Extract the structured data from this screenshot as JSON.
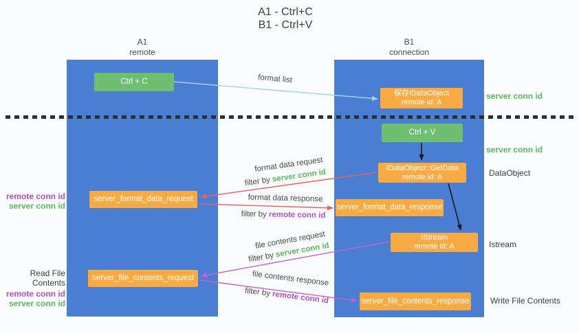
{
  "title": {
    "line1": "A1 - Ctrl+C",
    "line2": "B1 - Ctrl+V"
  },
  "columns": {
    "a1": {
      "name": "A1",
      "subtitle": "remote"
    },
    "b1": {
      "name": "B1",
      "subtitle": "connection"
    }
  },
  "nodes": {
    "ctrl_c": {
      "label": "Ctrl + C"
    },
    "save_idataobject": {
      "line1": "保存IDataObject",
      "line2": "remote id: A"
    },
    "ctrl_v": {
      "label": "Ctrl + V"
    },
    "getdata": {
      "line1": "IDataObject::GetData",
      "line2": "remote id: A"
    },
    "server_format_data_request": {
      "label": "server_format_data_request"
    },
    "server_format_data_response": {
      "label": "server_format_data_response"
    },
    "istream": {
      "line1": "IStream",
      "line2": "remote id: A"
    },
    "server_file_contents_request": {
      "label": "server_file_contents_request"
    },
    "server_file_contents_response": {
      "label": "server_file_contents_response"
    }
  },
  "right_labels": {
    "server_conn_id_top": "server conn id",
    "server_conn_id_mid": "server conn id",
    "dataobject": "DataObject",
    "istream": "Istream",
    "write_file_contents": "Write File Contents"
  },
  "left_labels": {
    "remote_conn_id_top": "remote conn id",
    "server_conn_id_top": "server conn id",
    "read_file_contents": "Read File Contents",
    "remote_conn_id_bottom": "remote conn id",
    "server_conn_id_bottom": "server conn id"
  },
  "arrow_labels": {
    "format_list": "format list",
    "format_data_request": "format data request",
    "format_data_response": "format data response",
    "file_contents_request": "file contents request",
    "file_contents_response": "file contents response",
    "filter_by": "filter by ",
    "server_conn_id": "server conn id",
    "remote_conn_id": "remote conn id"
  },
  "colors": {
    "column_blue": "#4a7ed2",
    "box_green": "#6fbf70",
    "box_orange": "#f8aa43",
    "arrow_blue": "#a5d5f5",
    "arrow_red": "#e9615c",
    "arrow_magenta": "#c85fd0",
    "arrow_black": "#1a1a1a",
    "label_green": "#5cb860",
    "label_purple": "#b14fc8"
  }
}
